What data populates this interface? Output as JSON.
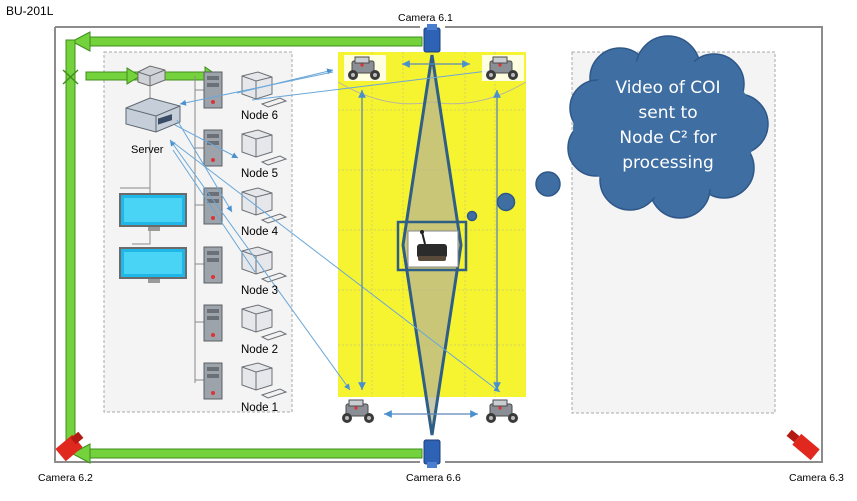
{
  "room": {
    "label": "BU-201L"
  },
  "cameras": [
    {
      "id": "6.1",
      "label": "Camera 6.1"
    },
    {
      "id": "6.2",
      "label": "Camera 6.2"
    },
    {
      "id": "6.6",
      "label": "Camera 6.6"
    },
    {
      "id": "6.3",
      "label": "Camera 6.3"
    }
  ],
  "server": {
    "label": "Server"
  },
  "nodes": [
    "Node 6",
    "Node 5",
    "Node 4",
    "Node 3",
    "Node 2",
    "Node 1"
  ],
  "cloud": {
    "lines": [
      "Video of COI",
      "sent to",
      "Node C² for",
      "processing"
    ]
  },
  "colors": {
    "data_path_arrow": "#74d23c",
    "monitored_zone": "#f6f431",
    "cloud": "#3f6ea3",
    "camera_blue": "#2d62b4",
    "camera_red": "#e0281f",
    "link_lines": "#6aa7d8"
  }
}
